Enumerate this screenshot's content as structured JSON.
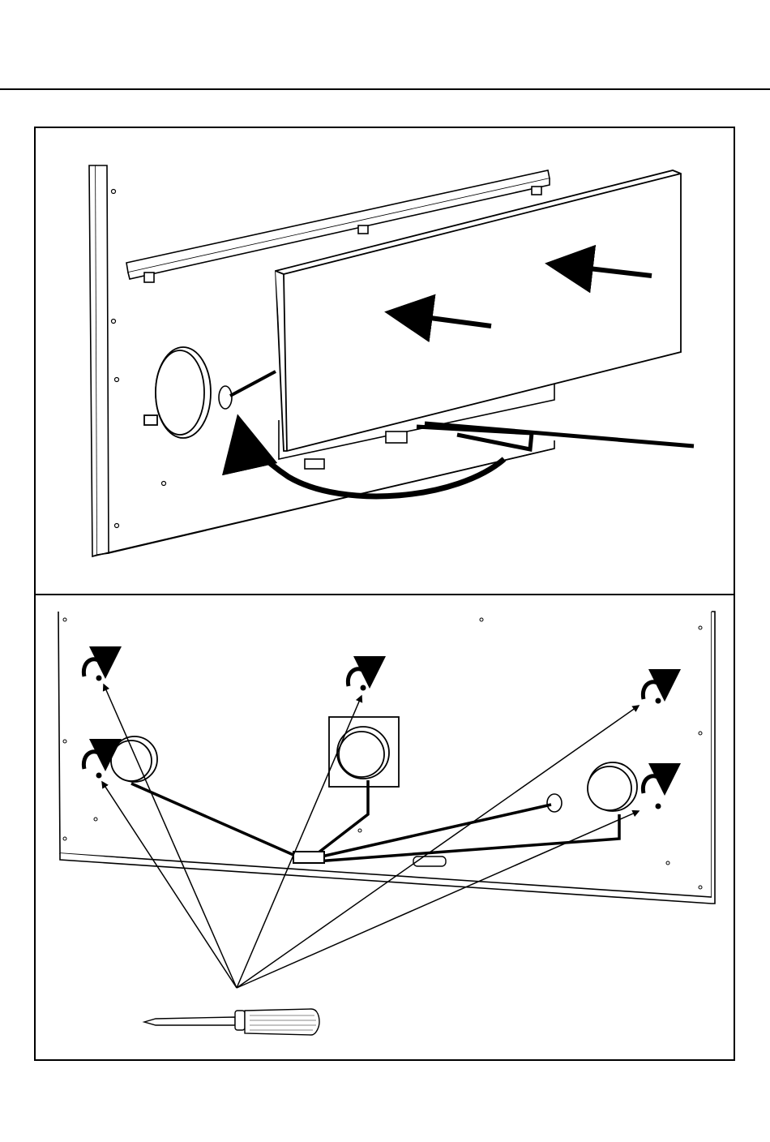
{
  "document": {
    "figures": [
      {
        "id": "step-1",
        "illustration": "slide-panel-into-frame"
      },
      {
        "id": "step-2",
        "illustration": "fasten-screws-with-screwdriver"
      }
    ],
    "icons": {
      "push": "straight-arrow-icon",
      "rotate": "curved-arrow-icon",
      "screw_turn": "rotate-clockwise-icon",
      "tool": "screwdriver-icon"
    },
    "colors": {
      "ink": "#000000",
      "paper": "#ffffff",
      "grey": "#bdbdbd"
    }
  }
}
